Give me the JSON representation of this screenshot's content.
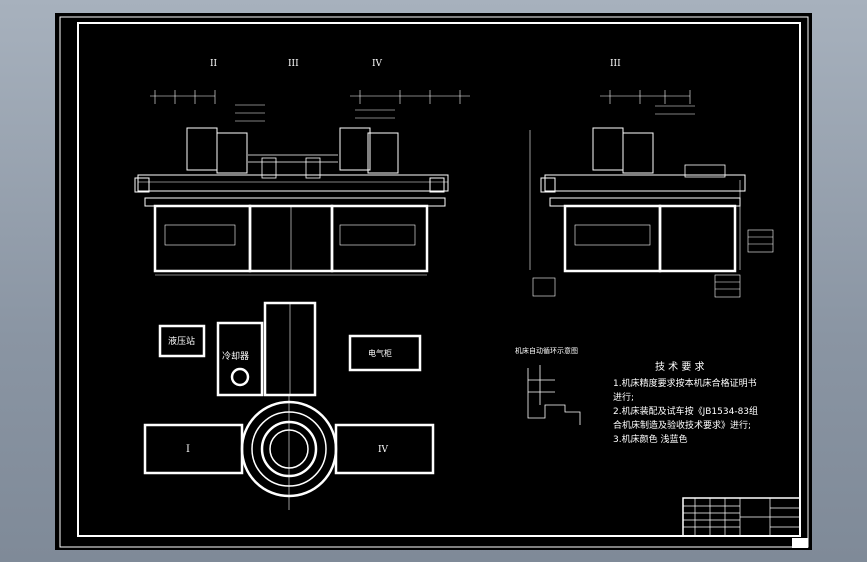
{
  "view_labels": {
    "section_II": "II",
    "section_III": "III",
    "section_IV": "IV",
    "section_I": "I"
  },
  "schematic": {
    "title": "机床自动循环示意图"
  },
  "units": {
    "cooler": "冷却器",
    "hydraulic": "液压站",
    "electric": "电气柜",
    "box_left_I": "I",
    "box_right_IV": "IV"
  },
  "technical_requirements": {
    "title": "技 术 要 求",
    "items": [
      "1.机床精度要求按本机床合格证明书",
      "  进行;",
      "2.机床装配及试车按《JB1534-83组",
      "  合机床制造及验收技术要求》进行;",
      "3.机床颜色 浅蓝色"
    ]
  },
  "colors": {
    "background_gradient": "#8a95a3",
    "sheet": "#000000",
    "lines": "#ffffff"
  }
}
